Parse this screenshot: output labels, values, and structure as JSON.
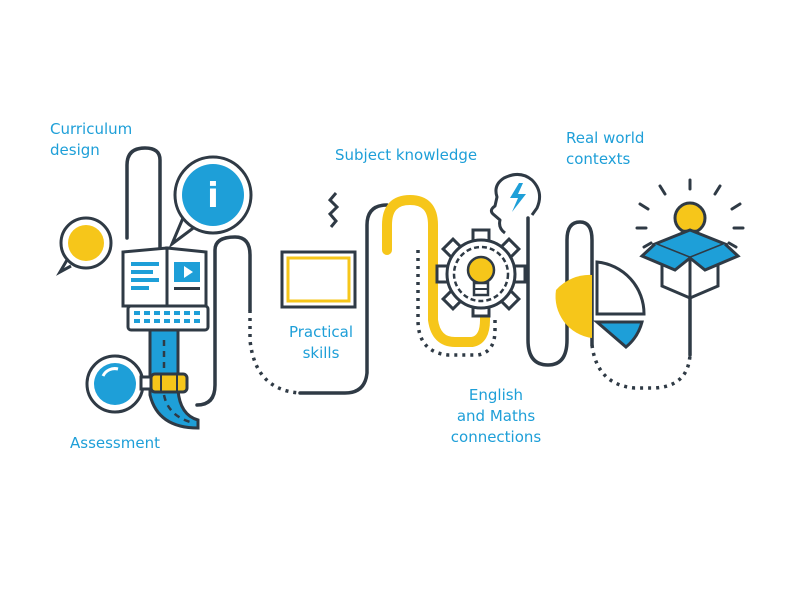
{
  "labels": {
    "curriculum_design": [
      "Curriculum",
      "design"
    ],
    "subject_knowledge": "Subject knowledge",
    "real_world_contexts": [
      "Real world",
      "contexts"
    ],
    "practical_skills": [
      "Practical",
      "skills"
    ],
    "english_maths": [
      "English",
      "and Maths",
      "connections"
    ],
    "assessment": "Assessment"
  },
  "icons": {
    "info_glyph": "i"
  },
  "colors": {
    "line": "#2f3a45",
    "accent_yellow": "#f6c61a",
    "accent_blue": "#1e9fd8",
    "label_text": "#1e9fd8"
  }
}
